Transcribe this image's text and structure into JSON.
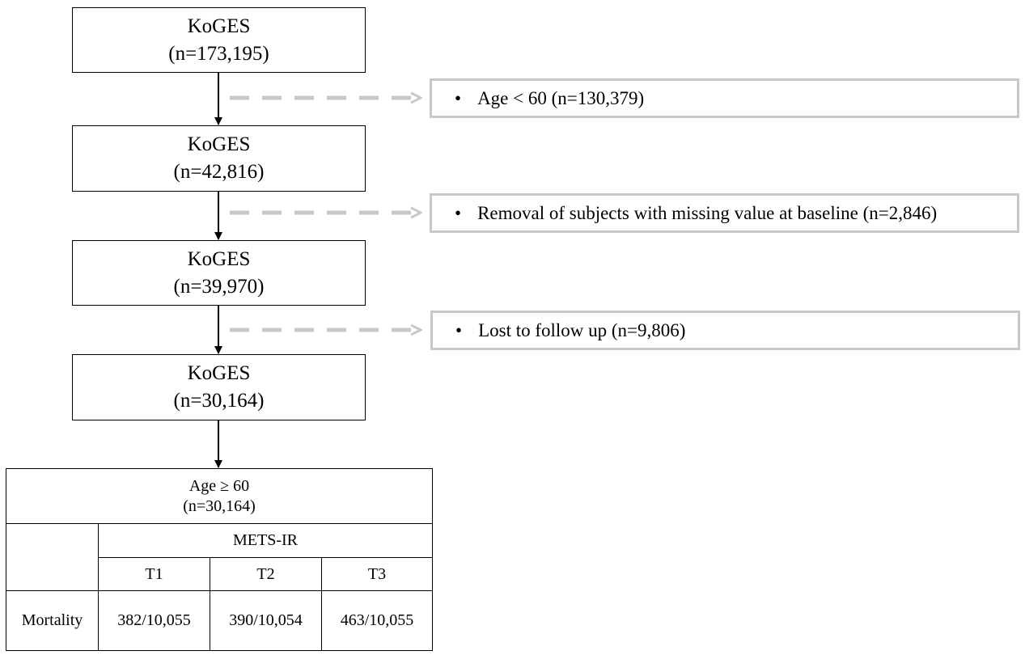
{
  "boxes": [
    {
      "title": "KoGES",
      "n": "(n=173,195)"
    },
    {
      "title": "KoGES",
      "n": "(n=42,816)"
    },
    {
      "title": "KoGES",
      "n": "(n=39,970)"
    },
    {
      "title": "KoGES",
      "n": "(n=30,164)"
    }
  ],
  "exclusions": [
    {
      "bullet": "•",
      "text": "Age < 60 (n=130,379)"
    },
    {
      "bullet": "•",
      "text": "Removal of subjects with missing value at baseline (n=2,846)"
    },
    {
      "bullet": "•",
      "text": "Lost to follow up (n=9,806)"
    }
  ],
  "table": {
    "header_line1": "Age ≥ 60",
    "header_line2": "(n=30,164)",
    "group_label": "METS-IR",
    "columns": [
      "T1",
      "T2",
      "T3"
    ],
    "row_label": "Mortality",
    "values": [
      "382/10,055",
      "390/10,054",
      "463/10,055"
    ]
  },
  "colors": {
    "line": "#000000",
    "dashed_arrow": "#c8c8c8",
    "side_border": "#c8c8c8"
  }
}
